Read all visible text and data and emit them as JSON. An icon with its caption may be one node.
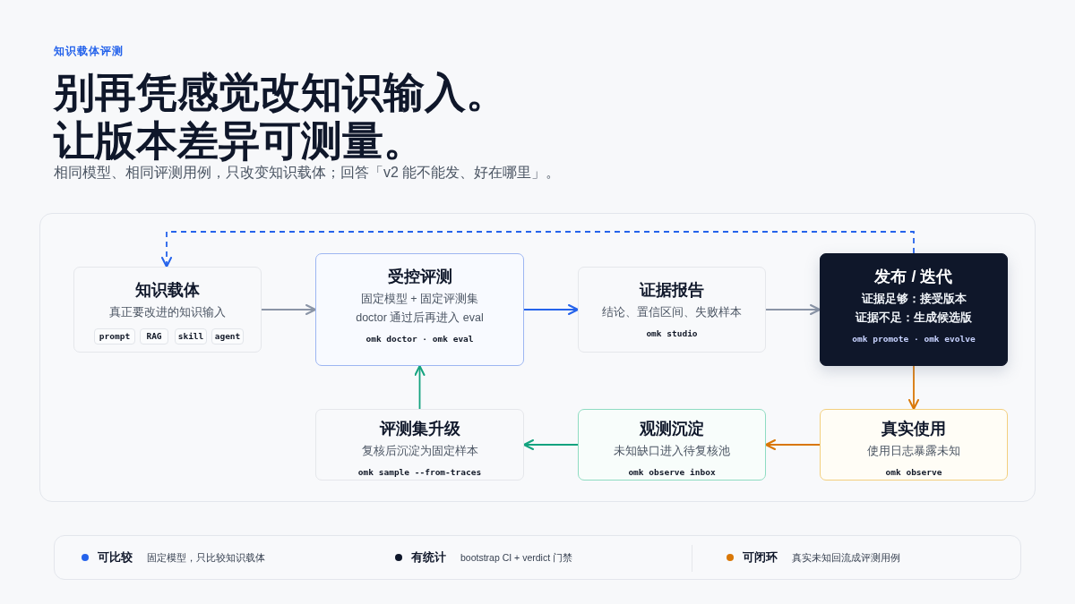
{
  "diagram": {
    "title": "别再凭感觉改知识输入。让版本差异可测量。",
    "nodes": [
      {
        "text": [
          "知识载体",
          "真正要改进的知识输入"
        ]
      },
      {
        "text": [
          "prompt"
        ],
        "in": 0
      },
      {
        "text": [
          "RAG"
        ],
        "in": 0
      },
      {
        "text": [
          "skill"
        ],
        "in": 0
      },
      {
        "text": [
          "agent"
        ],
        "in": 0
      },
      {
        "text": [
          "受控评测",
          "固定模型 + 固定评测集",
          "doctor 通过后再进入 eval",
          "omk doctor · omk eval"
        ]
      },
      {
        "text": [
          "证据报告",
          "结论、置信区间、失败样本",
          "omk studio"
        ]
      },
      {
        "text": [
          "发布 / 迭代",
          "证据足够：接受版本",
          "证据不足：生成候选版",
          "omk promote · omk evolve"
        ]
      },
      {
        "text": [
          "真实使用",
          "使用日志暴露未知",
          "omk observe"
        ]
      },
      {
        "text": [
          "观测沉淀",
          "未知缺口进入待复核池",
          "omk observe inbox"
        ]
      },
      {
        "text": [
          "评测集升级",
          "复核后沉淀为固定样本",
          "omk sample --from-traces"
        ]
      }
    ],
    "edges": [
      {
        "from": 0,
        "to": 5,
        "arrow": "to",
        "color": "#8a94a6"
      },
      {
        "from": 5,
        "to": 6,
        "arrow": "to",
        "color": "#2563eb"
      },
      {
        "from": 6,
        "to": 7,
        "arrow": "to",
        "color": "#8a94a6"
      },
      {
        "from": 7,
        "to": 8,
        "arrow": "to",
        "color": "#d97706"
      },
      {
        "from": 8,
        "to": 9,
        "arrow": "to",
        "color": "#d97706"
      },
      {
        "from": 9,
        "to": 10,
        "arrow": "to",
        "color": "#14a37f"
      },
      {
        "from": 10,
        "to": 5,
        "arrow": "to",
        "color": "#14a37f"
      },
      {
        "from": 7,
        "to": 0,
        "arrow": "to",
        "style": "dashed",
        "color": "#2563eb"
      }
    ],
    "labels": [
      "知识载体评测",
      "相同模型、相同评测用例，只改变知识载体；回答「v2 能不能发、好在哪里」。",
      "固定模型，只比较知识载体",
      "bootstrap CI + verdict 门禁",
      "真实未知回流成评测用例"
    ],
    "legend": [
      {
        "text": "可比较",
        "color": "#2563eb"
      },
      {
        "text": "有统计",
        "color": "#0f172a"
      },
      {
        "text": "可闭环",
        "color": "#d97706"
      }
    ]
  }
}
